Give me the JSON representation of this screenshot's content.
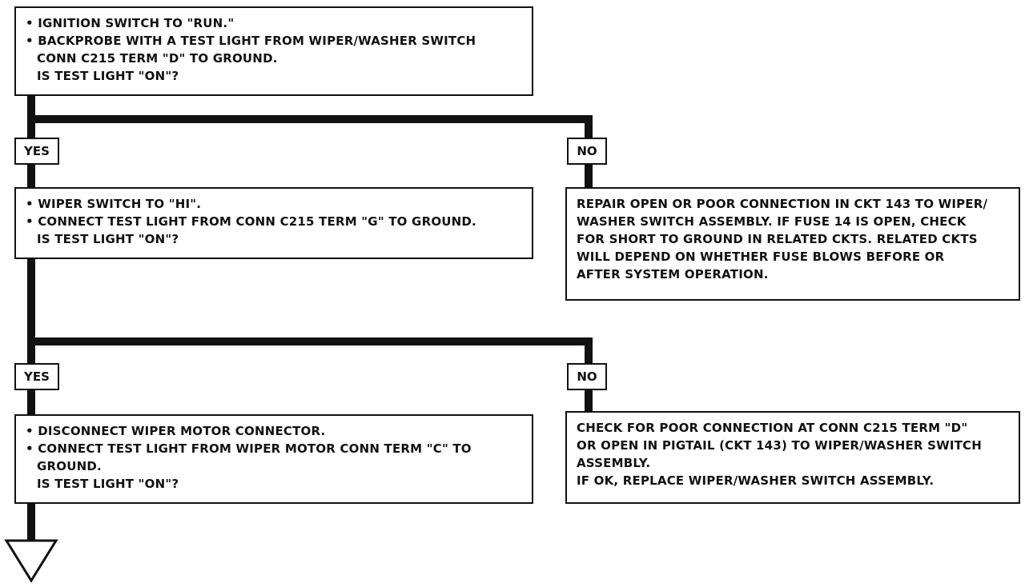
{
  "steps": [
    {
      "text": [
        "• IGNITION SWITCH TO \"RUN.\"",
        "• BACKPROBE WITH A TEST LIGHT FROM WIPER/WASHER SWITCH",
        "  CONN C215 TERM \"D\" TO GROUND.",
        "  IS TEST LIGHT \"ON\"?"
      ]
    },
    {
      "text": [
        "• WIPER SWITCH TO \"HI\".",
        "• CONNECT TEST LIGHT FROM CONN C215 TERM \"G\" TO GROUND.",
        "  IS TEST LIGHT \"ON\"?"
      ]
    },
    {
      "text": [
        "• DISCONNECT WIPER MOTOR CONNECTOR.",
        "• CONNECT TEST LIGHT FROM WIPER MOTOR CONN TERM \"C\" TO",
        "  GROUND.",
        "  IS TEST LIGHT \"ON\"?"
      ]
    }
  ],
  "results": [
    {
      "text": [
        "REPAIR OPEN OR POOR CONNECTION IN CKT 143 TO WIPER/",
        "WASHER SWITCH ASSEMBLY. IF FUSE 14 IS OPEN, CHECK",
        "FOR SHORT TO GROUND IN RELATED CKTS. RELATED CKTS",
        "WILL DEPEND ON WHETHER FUSE BLOWS BEFORE OR",
        "AFTER SYSTEM OPERATION."
      ]
    },
    {
      "text": [
        "CHECK FOR POOR CONNECTION AT CONN C215 TERM \"D\"",
        "OR OPEN IN PIGTAIL (CKT 143) TO WIPER/WASHER SWITCH",
        "ASSEMBLY.",
        "IF OK, REPLACE WIPER/WASHER SWITCH ASSEMBLY."
      ]
    }
  ],
  "labels": {
    "yes1": "YES",
    "no1": "NO",
    "yes2": "YES",
    "no2": "NO"
  }
}
